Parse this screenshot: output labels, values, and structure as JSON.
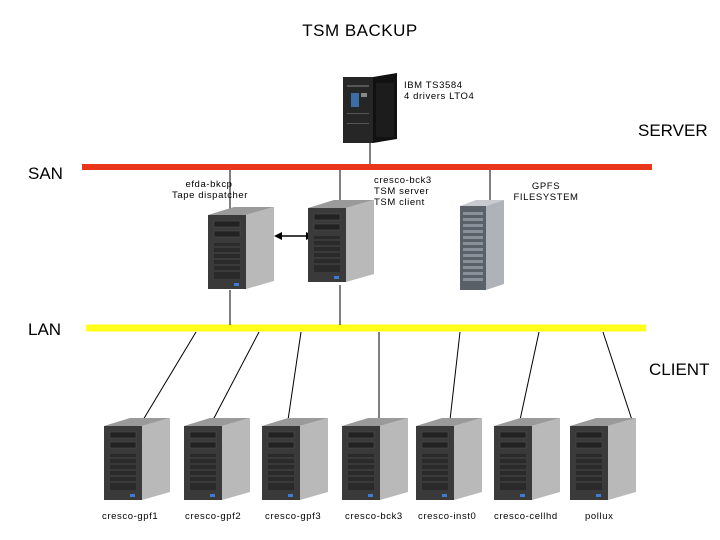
{
  "title": "TSM BACKUP",
  "tape_library": {
    "line1": "IBM TS3584",
    "line2": "4 drivers LTO4",
    "icon": "tape-library-icon"
  },
  "zones": {
    "server": "SERVER",
    "san": "SAN",
    "lan": "LAN",
    "client": "CLIENT"
  },
  "dispatcher": {
    "line1": "efda-bkcp",
    "line2": "Tape dispatcher",
    "icon": "tower-server-icon"
  },
  "tsm_server": {
    "line1": "cresco-bck3",
    "line2": "TSM server",
    "line3": "TSM client",
    "icon": "tower-server-icon"
  },
  "gpfs": {
    "line1": "GPFS",
    "line2": "FILESYSTEM",
    "icon": "storage-rack-icon"
  },
  "clients": [
    "cresco-gpf1",
    "cresco-gpf2",
    "cresco-gpf3",
    "cresco-bck3",
    "cresco-inst0",
    "cresco-cellhd",
    "pollux"
  ],
  "colors": {
    "san_bus": "#e8351b",
    "lan_bus": "#ffff1a",
    "tower_body": "#3a3a3a",
    "tower_side": "#b9b9b9"
  }
}
